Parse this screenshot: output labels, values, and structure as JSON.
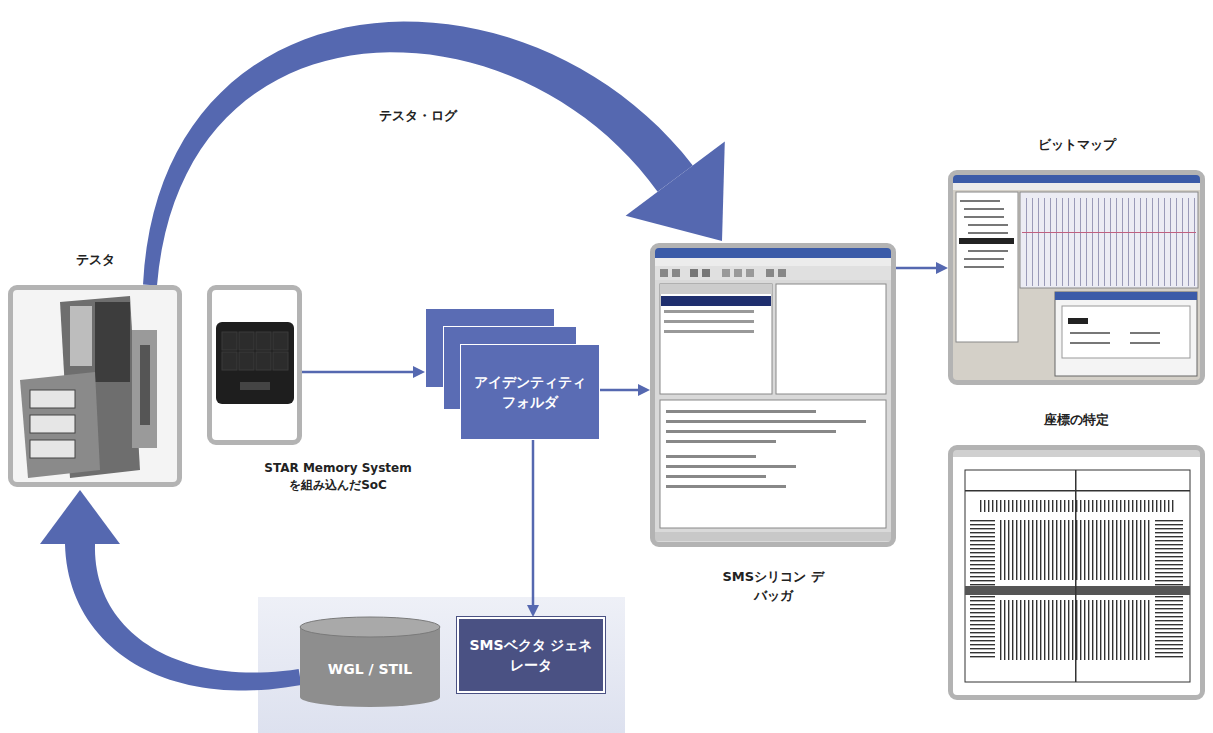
{
  "diagram": {
    "nodes": [
      {
        "text": [
          "テスタ"
        ]
      },
      {
        "text": [
          "STAR Memory System を組み込んだSoC"
        ]
      },
      {
        "text": [
          "アイデンティティ フォルダ"
        ]
      },
      {
        "text": [
          "SMSシリコン デバッガ"
        ]
      },
      {
        "text": [
          "ビットマップ"
        ]
      },
      {
        "text": [
          "座標の特定"
        ]
      },
      {
        "text": [
          "WGL / STIL"
        ]
      },
      {
        "text": [
          "SMSベクタ ジェネレータ"
        ]
      }
    ],
    "edges": [
      {
        "from": 0,
        "to": 3,
        "arrow": "to",
        "label": "テスタ・ログ"
      },
      {
        "from": 1,
        "to": 2,
        "arrow": "to"
      },
      {
        "from": 2,
        "to": 3,
        "arrow": "to"
      },
      {
        "from": 3,
        "to": 4,
        "arrow": "to"
      },
      {
        "from": 2,
        "to": 7,
        "arrow": "to"
      },
      {
        "from": 6,
        "to": 0,
        "arrow": "to"
      }
    ]
  }
}
